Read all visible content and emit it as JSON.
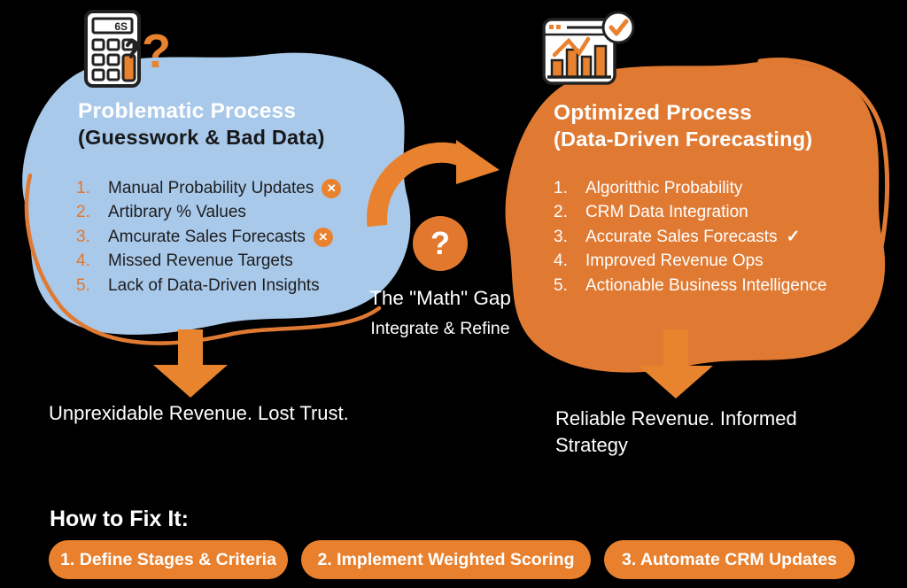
{
  "left_panel": {
    "icon": "calculator-question-icon",
    "calc_display": "6S",
    "title": "Problematic Process",
    "subtitle": "(Guesswork & Bad Data)",
    "items": [
      {
        "num": "1.",
        "text": "Manual Probability Updates",
        "badge": "x"
      },
      {
        "num": "2.",
        "text": "Artibrary % Values",
        "badge": ""
      },
      {
        "num": "3.",
        "text": "Amcurate Sales Forecasts",
        "badge": "x"
      },
      {
        "num": "4.",
        "text": "Missed Revenue Targets",
        "badge": ""
      },
      {
        "num": "5.",
        "text": "Lack of Data-Driven Insights",
        "badge": ""
      }
    ],
    "outcome": "Unprexidable Revenue. Lost Trust."
  },
  "right_panel": {
    "icon": "chart-check-icon",
    "title": "Optimized Process",
    "subtitle": "(Data-Driven Forecasting)",
    "items": [
      {
        "num": "1.",
        "text": "Algoritthic Probability",
        "badge": ""
      },
      {
        "num": "2.",
        "text": "CRM Data Integration",
        "badge": ""
      },
      {
        "num": "3.",
        "text": "Accurate Sales Forecasts",
        "badge": "check"
      },
      {
        "num": "4.",
        "text": "Improved Revenue Ops",
        "badge": ""
      },
      {
        "num": "5.",
        "text": "Actionable Business Intelligence",
        "badge": ""
      }
    ],
    "outcome": "Reliable Revenue. Informed Strategy"
  },
  "center": {
    "question_mark": "?",
    "gap_label": "The \"Math\" Gap",
    "gap_sublabel": "Integrate & Refine"
  },
  "footer": {
    "heading": "How to Fix It:",
    "steps": [
      "1. Define Stages & Criteria",
      "2. Implement Weighted Scoring",
      "3. Automate CRM Updates"
    ]
  },
  "glyphs": {
    "x": "✕",
    "check": "✓"
  },
  "colors": {
    "background": "#000000",
    "blue_blob": "#A9C9EA",
    "orange_blob": "#E07A33",
    "orange_accent": "#E8822F",
    "white_text": "#FFFFFF",
    "dark_text": "#1D1D1F"
  }
}
